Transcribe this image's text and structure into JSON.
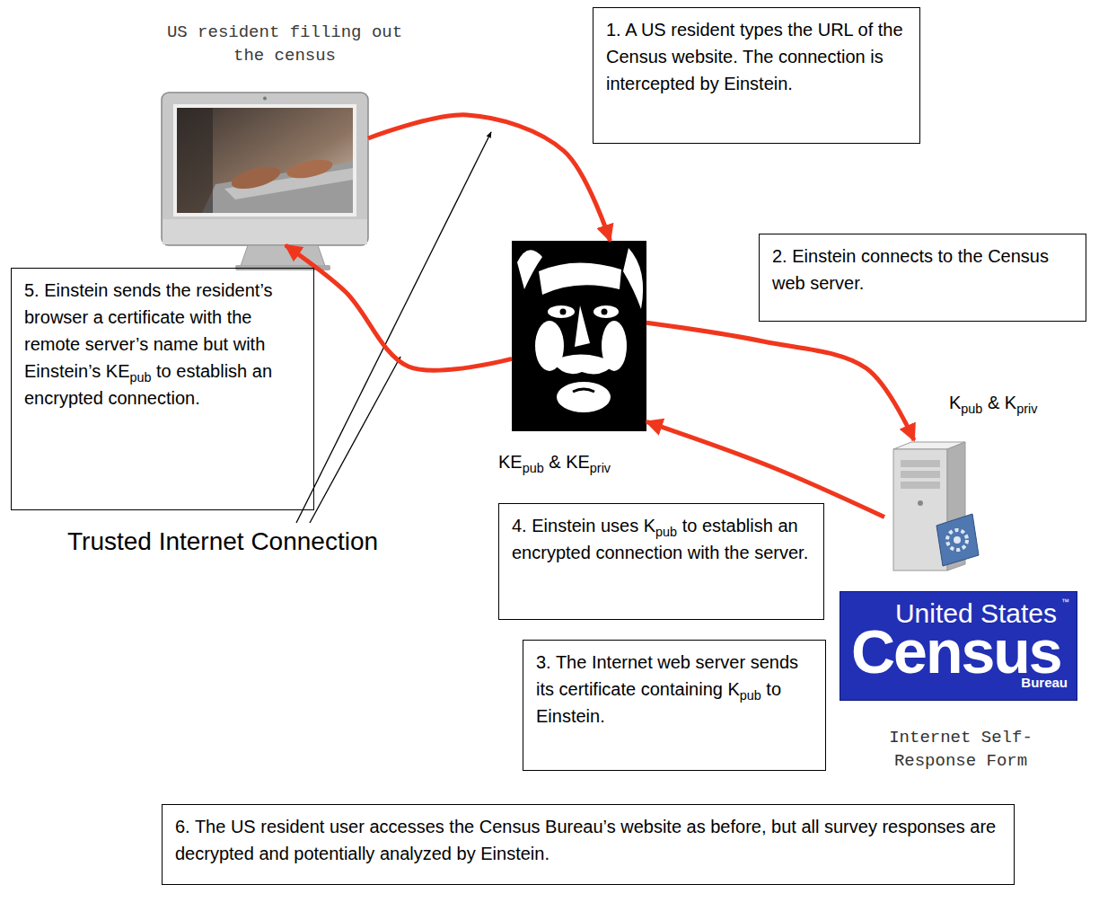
{
  "diagram": {
    "nodes": [
      {
        "text": [
          "US resident filling out the census"
        ]
      },
      {
        "text": [
          "1. A US resident types the URL of the Census website. The connection is intercepted by Einstein."
        ]
      },
      {
        "text": [
          "KEpub & KEpriv"
        ]
      },
      {
        "text": [
          "2. Einstein connects to the Census web server."
        ]
      },
      {
        "text": [
          "Kpub & Kpriv"
        ]
      },
      {
        "text": [
          "5. Einstein sends the resident’s browser a certificate with the remote server’s name but with Einstein’s KEpub to establish an encrypted connection."
        ]
      },
      {
        "text": [
          "4. Einstein uses Kpub to establish an encrypted connection with the server."
        ]
      },
      {
        "text": [
          "United States",
          "™",
          "Census",
          "Bureau"
        ]
      },
      {
        "text": [
          "3. The Internet web server sends its certificate containing Kpub to Einstein."
        ]
      },
      {
        "text": [
          "6. The US resident user accesses the Census Bureau’s website as before, but all survey responses are decrypted and potentially analyzed by Einstein."
        ]
      }
    ],
    "edges": [
      {
        "from": 0,
        "to": 2,
        "arrow": "to"
      },
      {
        "from": 2,
        "to": 4,
        "arrow": "to"
      },
      {
        "from": 4,
        "to": 2,
        "arrow": "to"
      },
      {
        "from": 2,
        "to": 0,
        "arrow": "to"
      }
    ],
    "labels": [
      "Trusted Internet Connection",
      "Internet Self-Response Form"
    ]
  }
}
